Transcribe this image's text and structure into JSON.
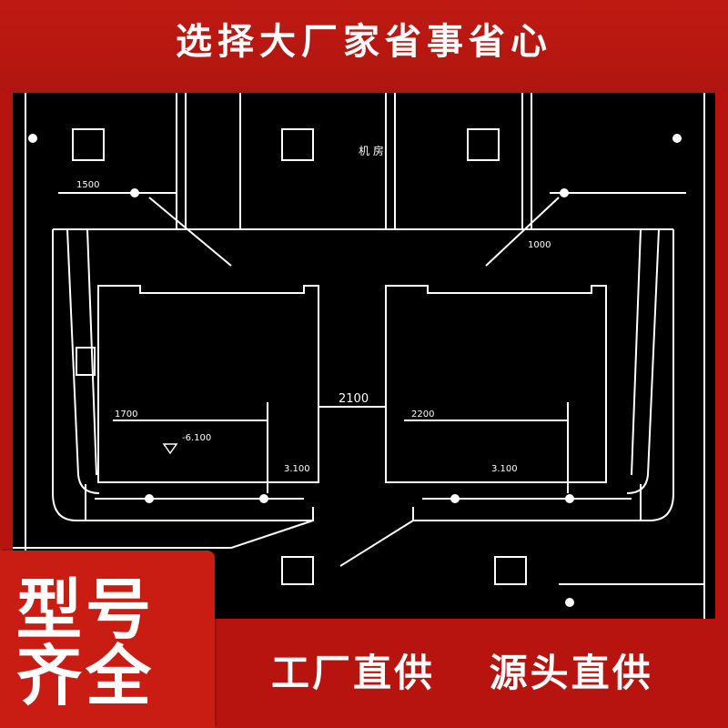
{
  "header": {
    "title": "选择大厂家省事省心"
  },
  "drawing": {
    "labels": {
      "dimension_center": "2100",
      "dim_1700": "1700",
      "dim_2200": "2200",
      "elevation_left": "-6.100",
      "elevation_mark_left": "3.100",
      "elevation_mark_right": "3.100",
      "room_label": "机 房",
      "dim_1000_right": "1000",
      "dim_1500": "1500"
    }
  },
  "badge": {
    "line1": "型号",
    "line2": "齐全"
  },
  "slogan": {
    "part1": "工厂直供",
    "part2": "源头直供"
  },
  "colors": {
    "brand_red": "#b8140f",
    "badge_red": "#c91d14",
    "drawing_bg": "#000000",
    "line": "#ffffff"
  }
}
